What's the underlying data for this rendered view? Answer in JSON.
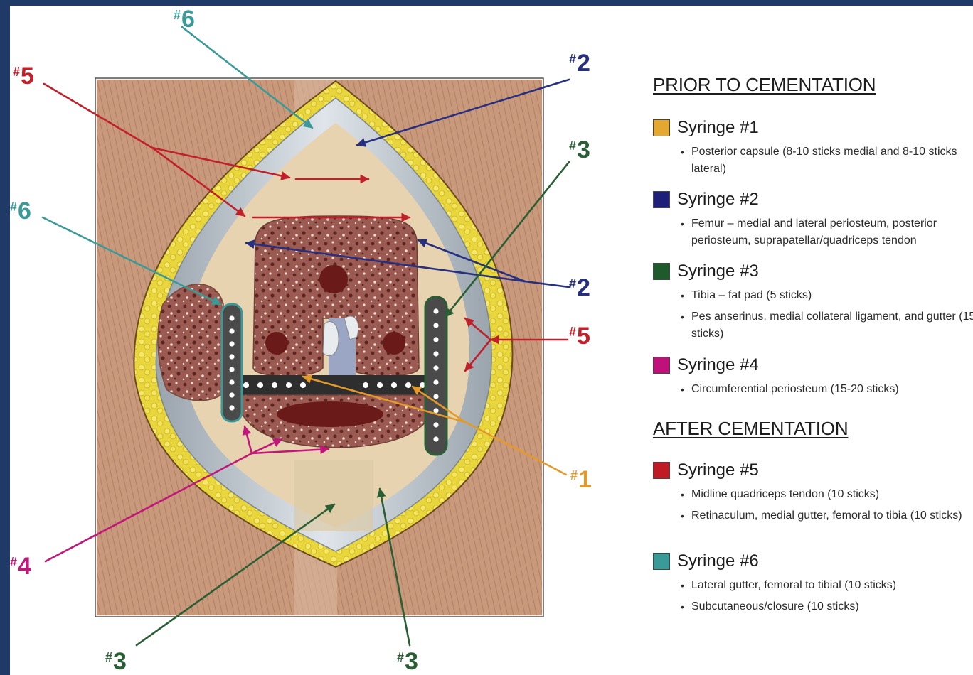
{
  "callouts": [
    {
      "prefix": "#",
      "num": "6",
      "color": "#3a9a98"
    },
    {
      "prefix": "#",
      "num": "5",
      "color": "#c0202a"
    },
    {
      "prefix": "#",
      "num": "2",
      "color": "#26307e"
    },
    {
      "prefix": "#",
      "num": "3",
      "color": "#2a5e34"
    },
    {
      "prefix": "#",
      "num": "6",
      "color": "#3a9a98"
    },
    {
      "prefix": "#",
      "num": "2",
      "color": "#26307e"
    },
    {
      "prefix": "#",
      "num": "5",
      "color": "#c0202a"
    },
    {
      "prefix": "#",
      "num": "1",
      "color": "#e39a2a"
    },
    {
      "prefix": "#",
      "num": "4",
      "color": "#c0187a"
    },
    {
      "prefix": "#",
      "num": "3",
      "color": "#2a5e34"
    },
    {
      "prefix": "#",
      "num": "3",
      "color": "#2a5e34"
    }
  ],
  "legend": {
    "prior_heading": "PRIOR TO CEMENTATION",
    "after_heading": "AFTER CEMENTATION",
    "syringes": [
      {
        "label": "Syringe #1",
        "color": "#e3a82f",
        "items": [
          "Posterior capsule (8-10 sticks medial and 8-10 sticks lateral)"
        ]
      },
      {
        "label": "Syringe #2",
        "color": "#1e1f78",
        "items": [
          "Femur – medial and lateral periosteum, posterior periosteum, suprapatellar/quadriceps tendon"
        ]
      },
      {
        "label": "Syringe #3",
        "color": "#1f5a2c",
        "items": [
          "Tibia – fat pad (5 sticks)",
          "Pes anserinus, medial collateral ligament, and gutter (15 sticks)"
        ]
      },
      {
        "label": "Syringe #4",
        "color": "#c0107a",
        "items": [
          "Circumferential periosteum (15-20 sticks)"
        ]
      },
      {
        "label": "Syringe #5",
        "color": "#c01a24",
        "items": [
          "Midline quadriceps tendon (10 sticks)",
          "Retinaculum, medial gutter, femoral to tibia (10 sticks)"
        ]
      },
      {
        "label": "Syringe #6",
        "color": "#3a9a98",
        "items": [
          "Lateral gutter, femoral to tibial (10 sticks)",
          "Subcutaneous/closure (10 sticks)"
        ]
      }
    ]
  },
  "colors": {
    "background_border": "#1f3a66",
    "fat": "#e8d63a",
    "bone": "#8a4e46",
    "capsule": "#c9d1d6",
    "muscle": "#c99a7e"
  }
}
